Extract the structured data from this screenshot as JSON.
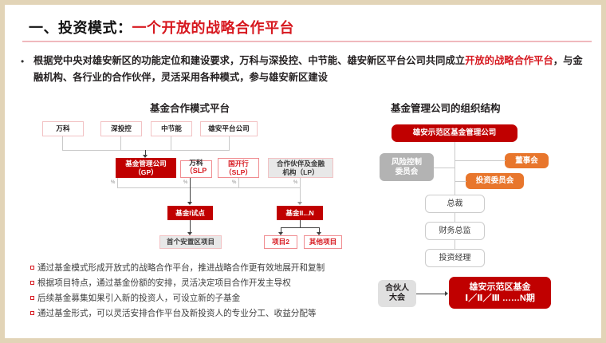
{
  "slide": {
    "header": {
      "prefix": "一、投资模式：",
      "highlight": "一个开放的战略合作平台"
    },
    "lead": {
      "bullet": "•",
      "part1": "根据党中央对雄安新区的功能定位和建设要求，万科与深投控、中节能、雄安新区平台公司共同成立",
      "highlight1": "开放的战略合作平台",
      "part2": "，与金融机构、各行业的合作伙伴，灵活采用各种模式，参与雄安新区建设"
    },
    "left_chart": {
      "title": "基金合作模式平台",
      "shareholders": [
        {
          "label": "万科"
        },
        {
          "label": "深投控"
        },
        {
          "label": "中节能"
        },
        {
          "label": "雄安平台公司"
        }
      ],
      "gp": "基金管理公司\n（GP）",
      "slp_vanke_top": "万科",
      "slp_vanke_bottom": "（SLP",
      "slp_cdb": "国开行\n（SLP）",
      "lp": "合作伙伴及金融\n机构（LP）",
      "pct_marks": [
        "%",
        "%",
        "%",
        "%"
      ],
      "fund1": "基金I试点",
      "fund2": "基金II...N",
      "project_first": "首个安置区项目",
      "project_2": "项目2",
      "project_other": "其他项目"
    },
    "right_chart": {
      "title": "基金管理公司的组织结构",
      "company": "雄安示范区基金管理公司",
      "risk_committee": "风险控制\n委员会",
      "board": "董事会",
      "invest_committee": "投资委员会",
      "ceo": "总裁",
      "cfo": "财务总监",
      "invest_manager": "投资经理",
      "partner_meeting": "合伙人\n大会",
      "fund_phases": "雄安示范区基金\nⅠ／Ⅱ／Ⅲ ……N期"
    },
    "bullets": [
      "通过基金模式形成开放式的战略合作平台，推进战略合作更有效地展开和复制",
      "根据项目特点，通过基金份额的安排，灵活决定项目合作开发主导权",
      "后续基金募集如果引入新的投资人，可设立新的子基金",
      "通过基金形式，可以灵活安排合作平台及新投资人的专业分工、收益分配等"
    ],
    "colors": {
      "brand_red": "#c00000",
      "text_red": "#d71920",
      "orange": "#e8762c",
      "grey": "#b3b3b3",
      "frame_beige": "#e2d4b7",
      "rule_pink": "#f0b9bd"
    }
  }
}
